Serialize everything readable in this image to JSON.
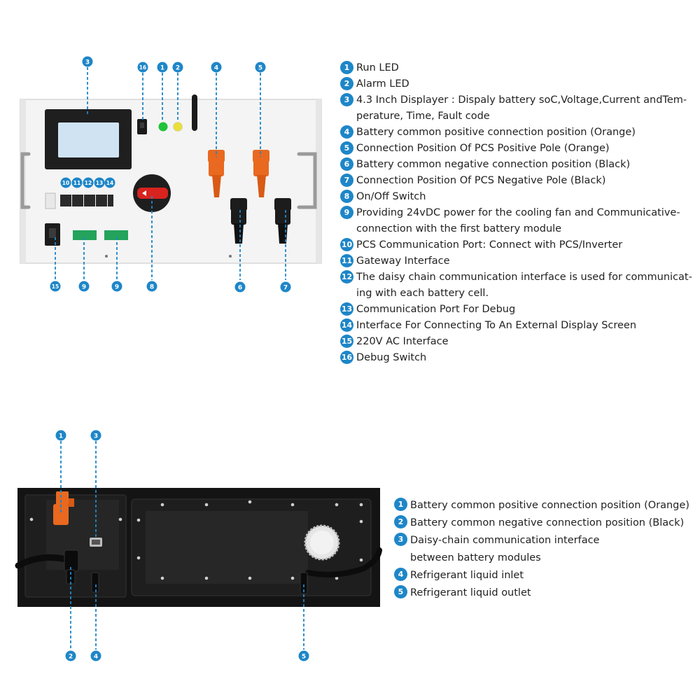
{
  "colors": {
    "accent": "#1e86c8",
    "orange_connector": "#e8691f",
    "black_connector": "#1c1c1c",
    "run_led": "#22c23a",
    "alarm_led": "#e9df3a",
    "red_switch": "#d8231f"
  },
  "top_panel": {
    "callouts": [
      "3",
      "16",
      "1",
      "2",
      "4",
      "5",
      "10",
      "11",
      "12",
      "13",
      "14",
      "15",
      "9",
      "9",
      "8",
      "6",
      "7"
    ],
    "legend": [
      {
        "num": "1",
        "text": "Run LED"
      },
      {
        "num": "2",
        "text": "Alarm LED"
      },
      {
        "num": "3",
        "text": "4.3 Inch Displayer : Dispaly battery soC,Voltage,Current andTem-\nperature, Time, Fault code"
      },
      {
        "num": "4",
        "text": "Battery common positive connection position (Orange)"
      },
      {
        "num": "5",
        "text": "Connection Position Of PCS Positive Pole (Orange)"
      },
      {
        "num": "6",
        "text": "Battery common negative connection position (Black)"
      },
      {
        "num": "7",
        "text": "Connection Position Of PCS Negative Pole (Black)"
      },
      {
        "num": "8",
        "text": "On/Off Switch"
      },
      {
        "num": "9",
        "text": "Providing 24vDC power for the cooling fan and Communicative-\nconnection with the first battery module"
      },
      {
        "num": "10",
        "text": "PCS Communication Port: Connect with PCS/Inverter"
      },
      {
        "num": "11",
        "text": "Gateway Interface"
      },
      {
        "num": "12",
        "text": "The daisy chain communication interface is used for communicat-\ning with each battery cell."
      },
      {
        "num": "13",
        "text": "Communication Port For Debug"
      },
      {
        "num": "14",
        "text": "Interface For Connecting To An External Display Screen"
      },
      {
        "num": "15",
        "text": "220V AC Interface"
      },
      {
        "num": "16",
        "text": "Debug Switch"
      }
    ]
  },
  "bottom_panel": {
    "callouts": [
      "1",
      "3",
      "2",
      "4",
      "5"
    ],
    "legend": [
      {
        "num": "1",
        "text": "Battery common positive connection position (Orange)"
      },
      {
        "num": "2",
        "text": "Battery common negative connection position (Black)"
      },
      {
        "num": "3",
        "text": "Daisy-chain communication interface\nbetween battery modules"
      },
      {
        "num": "4",
        "text": "Refrigerant liquid inlet"
      },
      {
        "num": "5",
        "text": "Refrigerant liquid outlet"
      }
    ]
  }
}
